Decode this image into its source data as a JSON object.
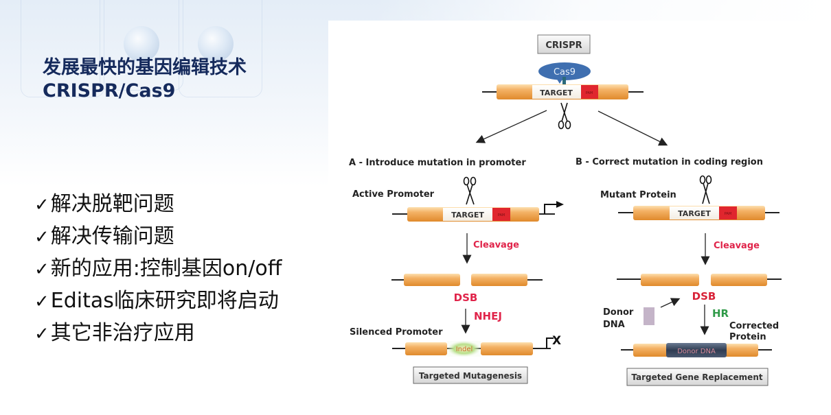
{
  "slide": {
    "title_cn": "发展最快的基因编辑技术",
    "title_en": "CRISPR/Cas9",
    "bullets": [
      {
        "icon": "checkmark-icon",
        "text": "解决脱靶问题"
      },
      {
        "icon": "checkmark-icon",
        "text": "解决传输问题"
      },
      {
        "icon": "checkmark-icon",
        "text": "新的应用:控制基因on/off"
      },
      {
        "icon": "checkmark-icon",
        "text": "Editas临床研究即将启动"
      },
      {
        "icon": "checkmark-icon",
        "text": "其它非治疗应用"
      }
    ],
    "check_glyph": "✓"
  },
  "diagram": {
    "top": {
      "box_label": "CRISPR",
      "cas9_label": "Cas9",
      "target_label": "TARGET",
      "pam_label": "PAM"
    },
    "branch_a": {
      "heading": "A - Introduce mutation in promoter",
      "gene_label": "Active Promoter",
      "target_label": "TARGET",
      "pam_label": "PAM",
      "cleavage_label": "Cleavage",
      "dsb_label": "DSB",
      "repair_label": "NHEJ",
      "result_label": "Silenced Promoter",
      "indel_label": "Indel",
      "blocked_mark": "X",
      "outcome_box": "Targeted Mutagenesis"
    },
    "branch_b": {
      "heading": "B - Correct mutation in coding region",
      "gene_label": "Mutant Protein",
      "target_label": "TARGET",
      "pam_label": "PAM",
      "cleavage_label": "Cleavage",
      "dsb_label": "DSB",
      "repair_label": "HR",
      "donor_label_1": "Donor",
      "donor_label_2": "DNA",
      "result_label_1": "Corrected",
      "result_label_2": "Protein",
      "donor_insert_label": "Donor DNA",
      "outcome_box": "Targeted Gene Replacement"
    },
    "colors": {
      "title_navy": "#152a5c",
      "gene_orange": "#f0a550",
      "pam_red": "#e0262e",
      "cas9_blue": "#3f6fb0",
      "cleavage_red": "#e0244a",
      "hr_green": "#2f9a48",
      "donor_purple": "#c4b4c8",
      "donor_dark": "#3c4b62"
    }
  }
}
